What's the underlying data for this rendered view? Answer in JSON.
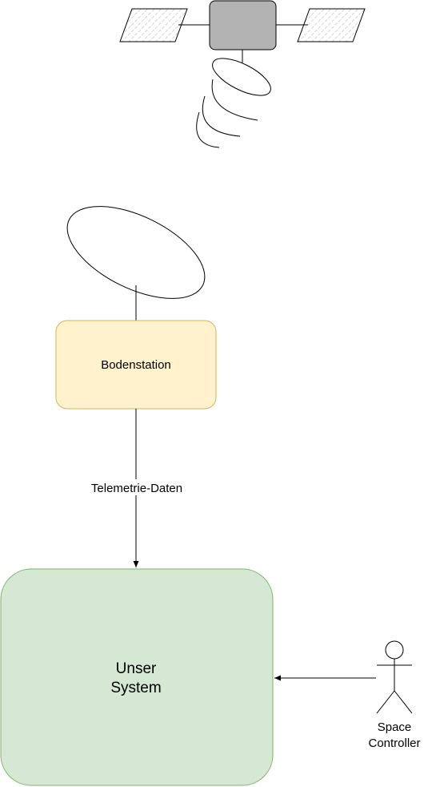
{
  "nodes": {
    "ground_station": {
      "label": "Bodenstation",
      "fill": "#fff2cc",
      "stroke": "#d6b656"
    },
    "system": {
      "label_line1": "Unser",
      "label_line2": "System",
      "fill": "#d5e8d4",
      "stroke": "#82b366"
    },
    "actor": {
      "label_line1": "Space",
      "label_line2": "Controller"
    }
  },
  "edges": {
    "telemetry": {
      "label": "Telemetrie-Daten"
    }
  },
  "icons": {
    "satellite": "satellite-icon",
    "ground_dish": "dish-antenna-icon",
    "actor": "stick-figure-icon"
  },
  "colors": {
    "satellite_body": "#b3b3b3",
    "line": "#000000"
  }
}
